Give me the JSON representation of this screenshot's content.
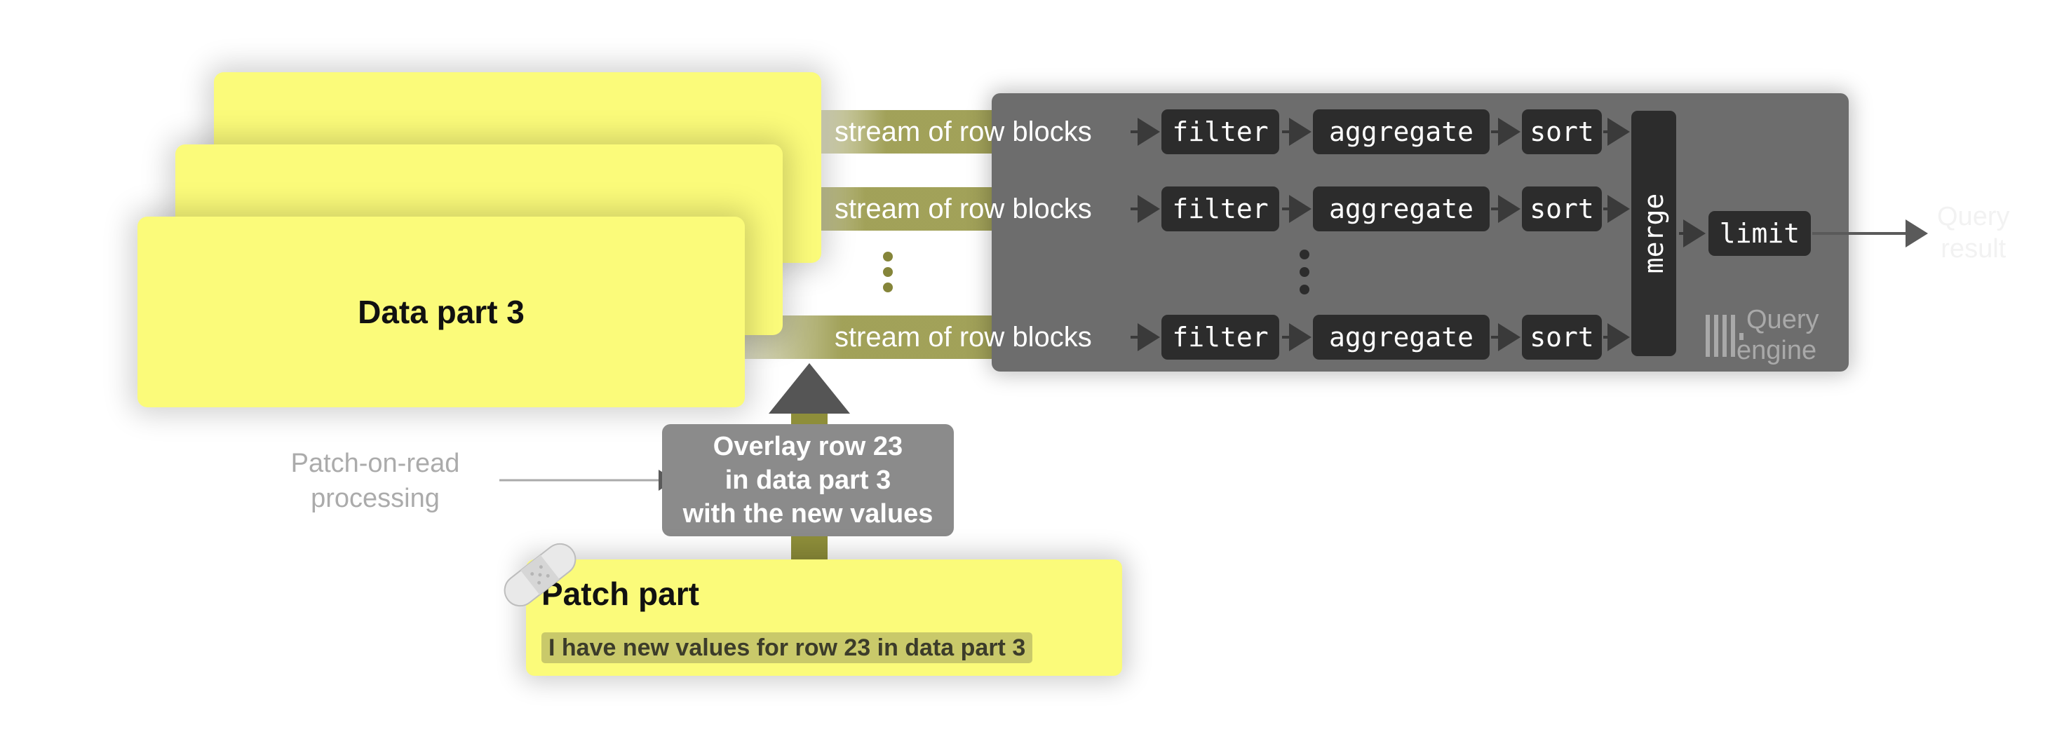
{
  "data_parts": {
    "front_title": "Data part 3"
  },
  "streams": {
    "label": "stream of row blocks",
    "rows": [
      {
        "label": "stream of row blocks"
      },
      {
        "label": "stream of row blocks"
      },
      {
        "label": "stream of row blocks"
      }
    ]
  },
  "operators": {
    "filter": "filter",
    "aggregate": "aggregate",
    "sort": "sort",
    "merge": "merge",
    "limit": "limit"
  },
  "engine": {
    "logo_line1": "Query",
    "logo_line2": "engine"
  },
  "result": {
    "line1": "Query",
    "line2": "result"
  },
  "patch_on_read": {
    "line1": "Patch-on-read",
    "line2": "processing"
  },
  "overlay": {
    "line1": "Overlay row 23",
    "line2": "in data part 3",
    "line3": "with the new values"
  },
  "patch_part": {
    "title": "Patch part",
    "subtitle": "I have new values for row 23 in data part 3"
  },
  "colors": {
    "data_yellow": "#fbfb7a",
    "stream_olive": "#91913c",
    "engine_grey": "#6d6d6d",
    "operator_dark": "#2c2c2c",
    "overlay_grey": "#8b8b8b"
  },
  "icons": {
    "patch_icon": "bandage-icon",
    "engine_logo": "clickhouse-bars-icon"
  }
}
